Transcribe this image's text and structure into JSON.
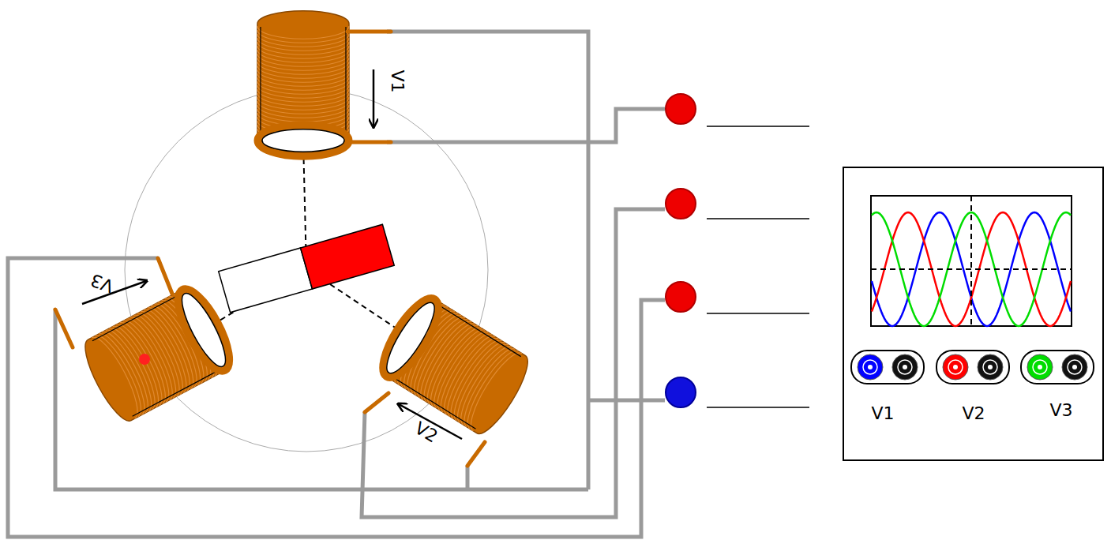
{
  "diagram": {
    "labels": [
      "V1",
      "V3",
      "V2",
      "V1",
      "V2",
      "V3"
    ]
  }
}
